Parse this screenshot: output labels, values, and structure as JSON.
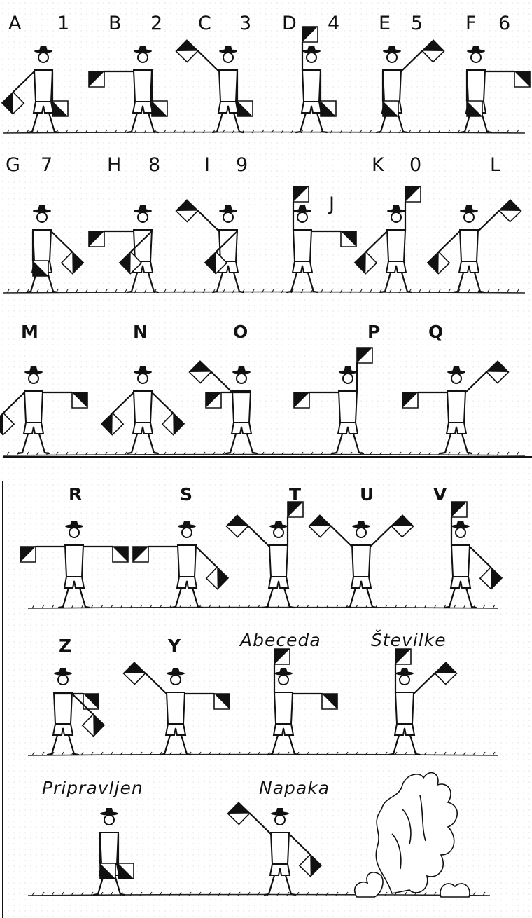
{
  "labels": {
    "row1": [
      "A",
      "1",
      "B",
      "2",
      "C",
      "3",
      "D",
      "4",
      "E",
      "5",
      "F",
      "6"
    ],
    "row2": [
      "G",
      "7",
      "H",
      "8",
      "I",
      "9",
      "J",
      "K",
      "0",
      "L"
    ],
    "row3": [
      "M",
      "N",
      "O",
      "P",
      "Q"
    ],
    "row4": [
      "R",
      "S",
      "T",
      "U",
      "V"
    ],
    "row5": [
      "Z",
      "Y",
      "Abeceda",
      "Številke"
    ],
    "row6": [
      "Pripravljen",
      "Napaka"
    ]
  },
  "figures": [
    {
      "id": "A",
      "left": "down-left",
      "right": "down"
    },
    {
      "id": "B",
      "left": "left",
      "right": "down"
    },
    {
      "id": "C",
      "left": "up-left",
      "right": "down"
    },
    {
      "id": "D",
      "left": "up",
      "right": "down"
    },
    {
      "id": "E",
      "left": "down",
      "right": "up-right"
    },
    {
      "id": "F",
      "left": "down",
      "right": "right"
    },
    {
      "id": "G",
      "left": "down",
      "right": "down-right"
    },
    {
      "id": "H",
      "left": "left",
      "right": "down-left"
    },
    {
      "id": "I",
      "left": "up-left",
      "right": "down-left"
    },
    {
      "id": "J",
      "left": "up",
      "right": "right"
    },
    {
      "id": "K",
      "left": "down-left",
      "right": "up"
    },
    {
      "id": "L",
      "left": "down-left",
      "right": "up-right"
    },
    {
      "id": "M",
      "left": "down-left",
      "right": "right"
    },
    {
      "id": "N",
      "left": "down-left",
      "right": "down-right"
    },
    {
      "id": "O",
      "left": "up-left",
      "right": "left"
    },
    {
      "id": "P",
      "left": "left",
      "right": "up"
    },
    {
      "id": "Q",
      "left": "left",
      "right": "up-right"
    },
    {
      "id": "R",
      "left": "left",
      "right": "right"
    },
    {
      "id": "S",
      "left": "left",
      "right": "down-right"
    },
    {
      "id": "T",
      "left": "up-left",
      "right": "up"
    },
    {
      "id": "U",
      "left": "up-left",
      "right": "up-right"
    },
    {
      "id": "V",
      "left": "up",
      "right": "down-right"
    },
    {
      "id": "Z",
      "left": "right",
      "right": "down-right"
    },
    {
      "id": "Y",
      "left": "up-left",
      "right": "right"
    },
    {
      "id": "Abeceda",
      "left": "up",
      "right": "right"
    },
    {
      "id": "Številke",
      "left": "up",
      "right": "up-right"
    },
    {
      "id": "Pripravljen",
      "left": "down",
      "right": "down"
    },
    {
      "id": "Napaka",
      "left": "up-left",
      "right": "down-right"
    }
  ]
}
